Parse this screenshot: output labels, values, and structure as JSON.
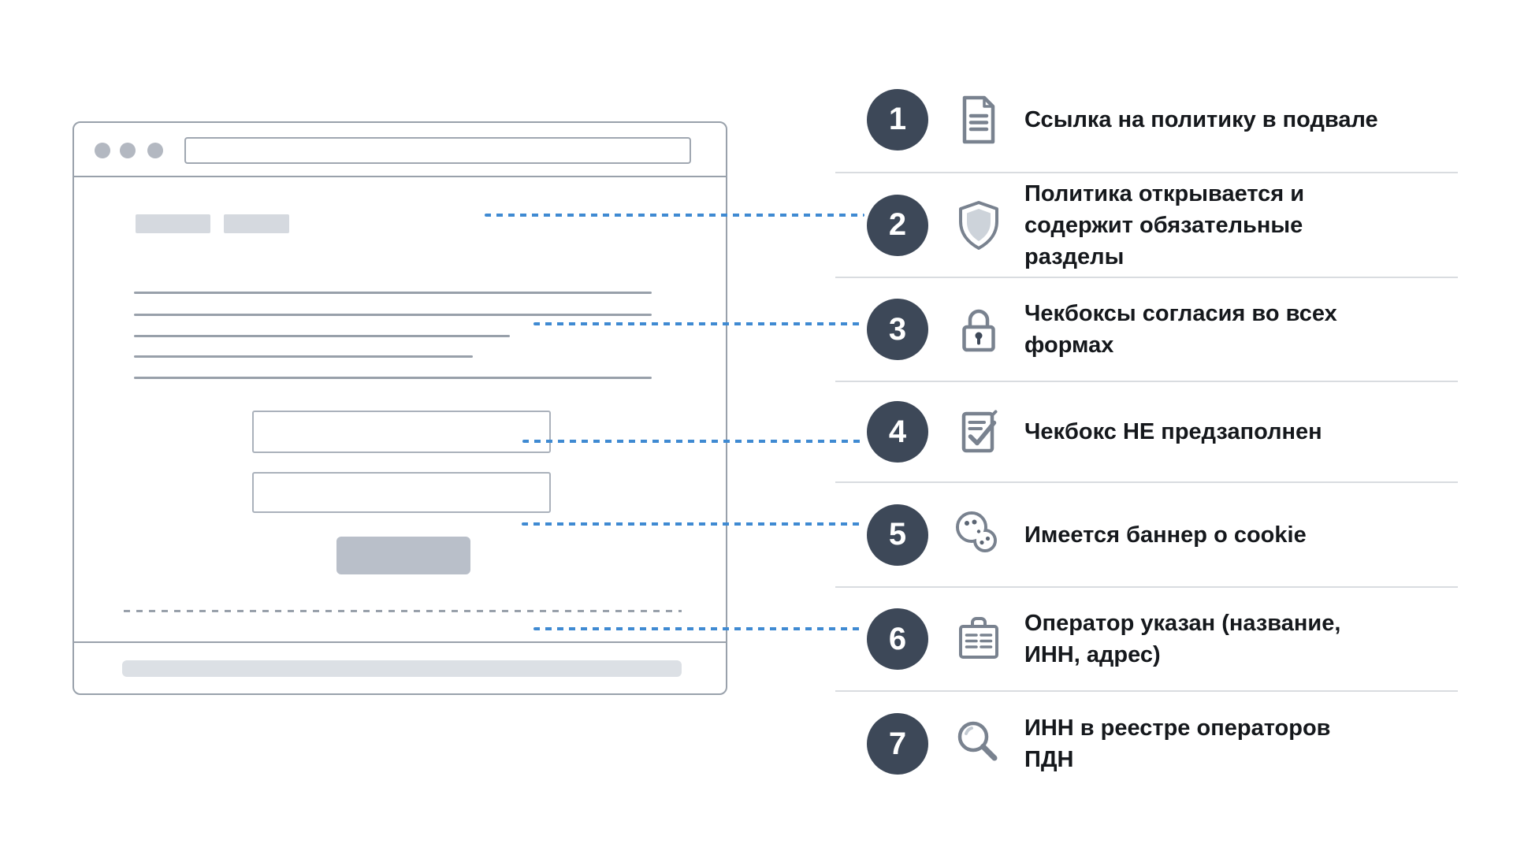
{
  "checklist": {
    "items": [
      {
        "number": "1",
        "icon": "document-icon",
        "label": "Ссылка на политику в подвале"
      },
      {
        "number": "2",
        "icon": "shield-icon",
        "label": "Политика открывается и\nсодержит обязательные\nразделы"
      },
      {
        "number": "3",
        "icon": "lock-icon",
        "label": "Чекбоксы согласия во всех\nформах"
      },
      {
        "number": "4",
        "icon": "checked-document-icon",
        "label": "Чекбокс НЕ предзаполнен"
      },
      {
        "number": "5",
        "icon": "cookie-icon",
        "label": "Имеется баннер о cookie"
      },
      {
        "number": "6",
        "icon": "operator-card-icon",
        "label": "Оператор указан (название,\nИНН, адрес)"
      },
      {
        "number": "7",
        "icon": "magnifier-icon",
        "label": "ИНН в реестре операторов\nПДН"
      }
    ]
  },
  "colors": {
    "step_circle": "#3d4858",
    "connector_blue": "#3f8ad2",
    "icon_stroke": "#79828f",
    "separator": "#d9dce0",
    "wireframe_border": "#99a1ab",
    "placeholder_fill": "#d5d9df",
    "button_fill": "#b9bfc9",
    "text": "#15181c"
  }
}
